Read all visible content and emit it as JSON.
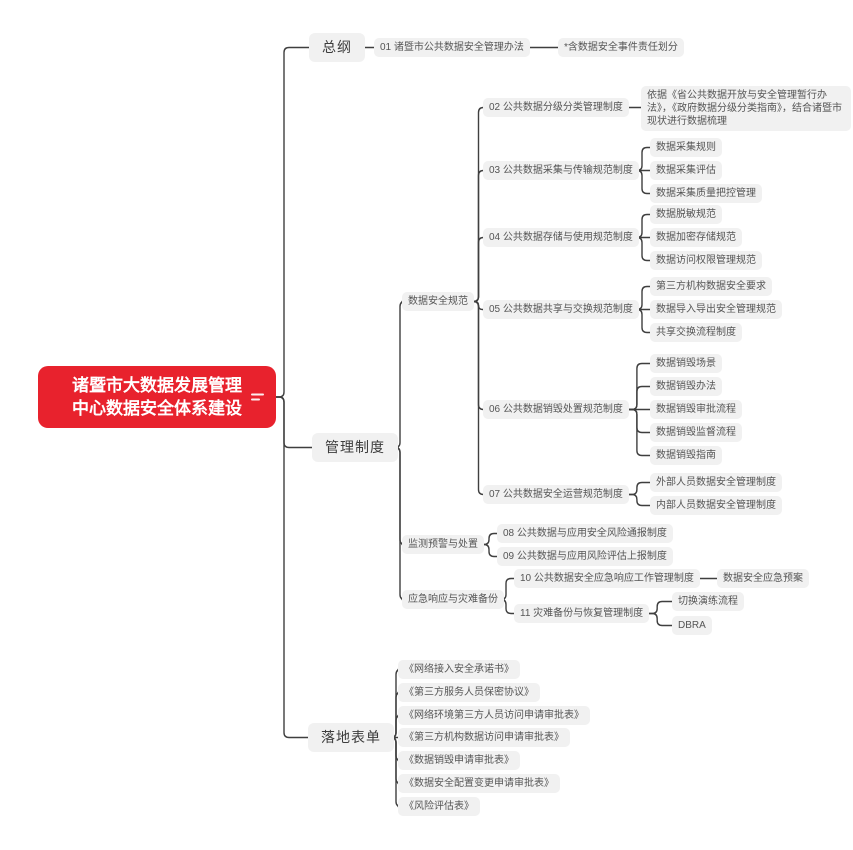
{
  "theme": {
    "accent_red": "#e8222d",
    "node_background": "#f1f1f1",
    "line_color": "#3f3f3f",
    "node_text_color": "#555555"
  },
  "map": {
    "root": {
      "line1": "诸暨市大数据发展管理",
      "line2": "中心数据安全体系建设",
      "menu_icon": "collapse-lines-icon"
    },
    "branches": [
      {
        "label": "总纲",
        "children": [
          {
            "label": "01 诸暨市公共数据安全管理办法",
            "note": "*含数据安全事件责任划分"
          }
        ]
      },
      {
        "label": "管理制度",
        "groups": [
          {
            "label": "数据安全规范",
            "items": [
              {
                "label": "02 公共数据分级分类管理制度",
                "note": "依据《省公共数据开放与安全管理暂行办法》，《政府数据分级分类指南》，结合诸暨市现状进行数据梳理"
              },
              {
                "label": "03 公共数据采集与传输规范制度",
                "children": [
                  "数据采集规则",
                  "数据采集评估",
                  "数据采集质量把控管理"
                ]
              },
              {
                "label": "04 公共数据存储与使用规范制度",
                "children": [
                  "数据脱敏规范",
                  "数据加密存储规范",
                  "数据访问权限管理规范"
                ]
              },
              {
                "label": "05 公共数据共享与交换规范制度",
                "children": [
                  "第三方机构数据安全要求",
                  "数据导入导出安全管理规范",
                  "共享交换流程制度"
                ]
              },
              {
                "label": "06 公共数据销毁处置规范制度",
                "children": [
                  "数据销毁场景",
                  "数据销毁办法",
                  "数据销毁审批流程",
                  "数据销毁监督流程",
                  "数据销毁指南"
                ]
              },
              {
                "label": "07 公共数据安全运营规范制度",
                "children": [
                  "外部人员数据安全管理制度",
                  "内部人员数据安全管理制度"
                ]
              }
            ]
          },
          {
            "label": "监测预警与处置",
            "items": [
              {
                "label": "08 公共数据与应用安全风险通报制度"
              },
              {
                "label": "09 公共数据与应用风险评估上报制度"
              }
            ]
          },
          {
            "label": "应急响应与灾难备份",
            "items": [
              {
                "label": "10 公共数据安全应急响应工作管理制度",
                "note": "数据安全应急预案"
              },
              {
                "label": "11 灾难备份与恢复管理制度",
                "children": [
                  "切换演练流程",
                  "DBRA"
                ]
              }
            ]
          }
        ]
      },
      {
        "label": "落地表单",
        "forms": [
          "《网络接入安全承诺书》",
          "《第三方服务人员保密协议》",
          "《网络环境第三方人员访问申请审批表》",
          "《第三方机构数据访问申请审批表》",
          "《数据销毁申请审批表》",
          "《数据安全配置变更申请审批表》",
          "《风险评估表》"
        ]
      }
    ]
  }
}
